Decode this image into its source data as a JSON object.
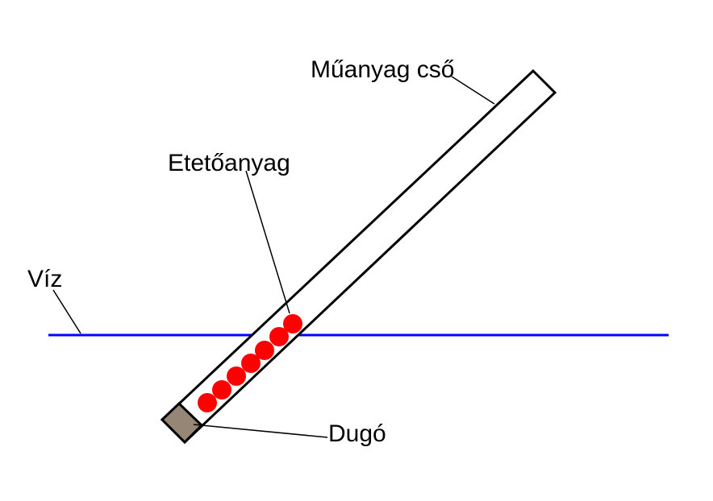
{
  "labels": {
    "pipe": "Műanyag cső",
    "bait": "Etetőanyag",
    "water": "Víz",
    "plug": "Dugó"
  },
  "colors": {
    "water": "#0000ff",
    "bait": "#ff0000",
    "plug": "#968675",
    "pipe_outline": "#000000",
    "pipe_fill": "#ffffff"
  },
  "bait_ball_count": 7
}
